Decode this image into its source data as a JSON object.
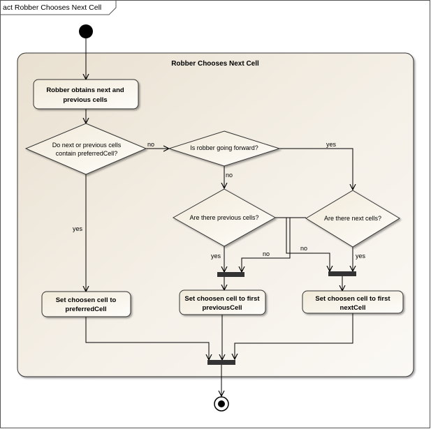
{
  "frame": {
    "title": "act Robber Chooses Next Cell"
  },
  "region": {
    "title": "Robber Chooses Next Cell"
  },
  "actions": {
    "obtain": [
      "Robber obtains next and",
      "previous cells"
    ],
    "set_preferred": [
      "Set choosen cell to",
      "preferredCell"
    ],
    "set_previous": [
      "Set choosen cell to first",
      "previousCell"
    ],
    "set_next": [
      "Set choosen cell to first",
      "nextCell"
    ]
  },
  "decisions": {
    "contains_preferred": [
      "Do next or previous cells",
      "contain preferredCell?"
    ],
    "going_forward": "Is robber going forward?",
    "has_previous": "Are there previous cells?",
    "has_next": "Are there next cells?"
  },
  "guards": {
    "preferred_no": "no",
    "preferred_yes": "yes",
    "forward_yes": "yes",
    "forward_no": "no",
    "previous_yes": "yes",
    "previous_no": "no",
    "next_no": "no",
    "next_yes": "yes"
  },
  "colors": {
    "frame_border": "#555555",
    "region_fill": "#f3eee4",
    "node_fill": "#fbf8f0",
    "bar_fill": "#333333",
    "line": "#000000"
  }
}
